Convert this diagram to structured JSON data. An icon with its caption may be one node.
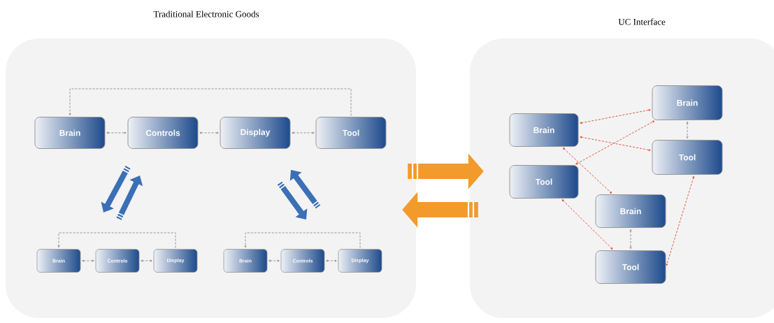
{
  "diagram": {
    "nodes": [
      {
        "text": [
          "Traditional Electronic Goods"
        ]
      },
      {
        "text": [
          "UC Interface"
        ]
      },
      {
        "text": [
          "Brain"
        ],
        "in": 0
      },
      {
        "text": [
          "Controls"
        ],
        "in": 0
      },
      {
        "text": [
          "Display"
        ],
        "in": 0
      },
      {
        "text": [
          "Tool"
        ],
        "in": 0
      },
      {
        "text": [
          "Brain"
        ],
        "in": 0
      },
      {
        "text": [
          "Controls"
        ],
        "in": 0
      },
      {
        "text": [
          "Display"
        ],
        "in": 0
      },
      {
        "text": [
          "Brain"
        ],
        "in": 0
      },
      {
        "text": [
          "Controls"
        ],
        "in": 0
      },
      {
        "text": [
          "Display"
        ],
        "in": 0
      },
      {
        "text": [
          "Brain"
        ],
        "in": 1
      },
      {
        "text": [
          "Brain"
        ],
        "in": 1
      },
      {
        "text": [
          "Tool"
        ],
        "in": 1
      },
      {
        "text": [
          "Tool"
        ],
        "in": 1
      },
      {
        "text": [
          "Brain"
        ],
        "in": 1
      },
      {
        "text": [
          "Tool"
        ],
        "in": 1
      }
    ],
    "edges": [
      {
        "from": 2,
        "to": 3,
        "arrow": "both",
        "style": "dashed"
      },
      {
        "from": 3,
        "to": 4,
        "arrow": "both",
        "style": "dashed"
      },
      {
        "from": 4,
        "to": 5,
        "arrow": "both",
        "style": "dashed"
      },
      {
        "from": 5,
        "to": 2,
        "arrow": "to",
        "style": "dashed"
      },
      {
        "from": 6,
        "to": 7,
        "arrow": "both",
        "style": "dashed"
      },
      {
        "from": 7,
        "to": 8,
        "arrow": "both",
        "style": "dashed"
      },
      {
        "from": 8,
        "to": 6,
        "arrow": "to",
        "style": "dashed"
      },
      {
        "from": 9,
        "to": 10,
        "arrow": "both",
        "style": "dashed"
      },
      {
        "from": 10,
        "to": 11,
        "arrow": "both",
        "style": "dashed"
      },
      {
        "from": 11,
        "to": 9,
        "arrow": "to",
        "style": "dashed"
      },
      {
        "from": 0,
        "to": 1,
        "arrow": "to",
        "style": "thick",
        "color": "#f39a2d"
      },
      {
        "from": 1,
        "to": 0,
        "arrow": "to",
        "style": "thick",
        "color": "#f39a2d"
      },
      {
        "from": 12,
        "to": 13,
        "arrow": "both",
        "style": "dashed",
        "color": "#e0452a"
      },
      {
        "from": 12,
        "to": 14,
        "arrow": "both",
        "style": "dashed",
        "color": "#e0452a"
      },
      {
        "from": 12,
        "to": 16,
        "arrow": "both",
        "style": "dashed",
        "color": "#e0452a"
      },
      {
        "from": 15,
        "to": 13,
        "arrow": "both",
        "style": "dashed",
        "color": "#e0452a"
      },
      {
        "from": 15,
        "to": 17,
        "arrow": "both",
        "style": "dashed",
        "color": "#e0452a"
      },
      {
        "from": 14,
        "to": 17,
        "arrow": "both",
        "style": "dashed",
        "color": "#e0452a"
      },
      {
        "from": 13,
        "to": 14,
        "arrow": "both",
        "style": "dashed"
      },
      {
        "from": 16,
        "to": 17,
        "arrow": "both",
        "style": "dashed"
      }
    ]
  }
}
